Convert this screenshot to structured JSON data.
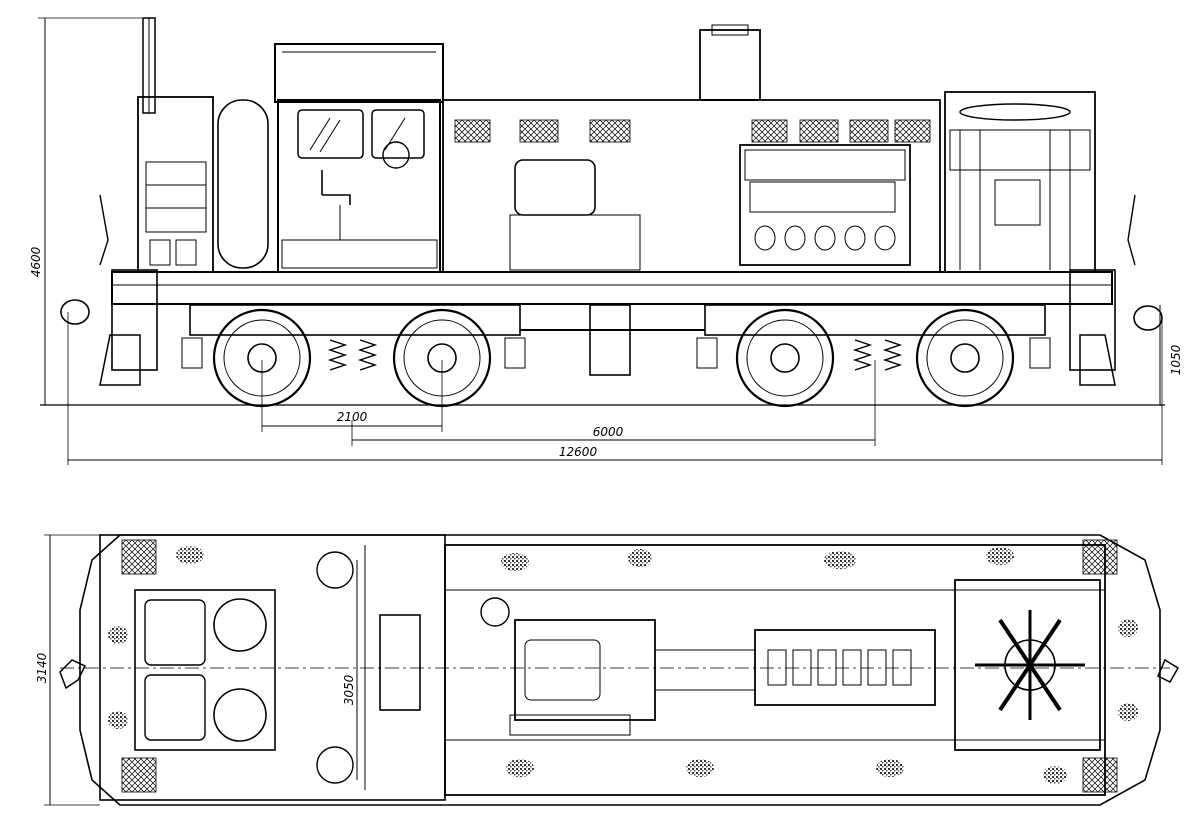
{
  "dimensions": {
    "height_total": "4600",
    "wheelbase": "2100",
    "bogie_centres": "6000",
    "length_overall": "12600",
    "frame_height": "1050",
    "width_overall": "3140",
    "body_width": "3050"
  }
}
